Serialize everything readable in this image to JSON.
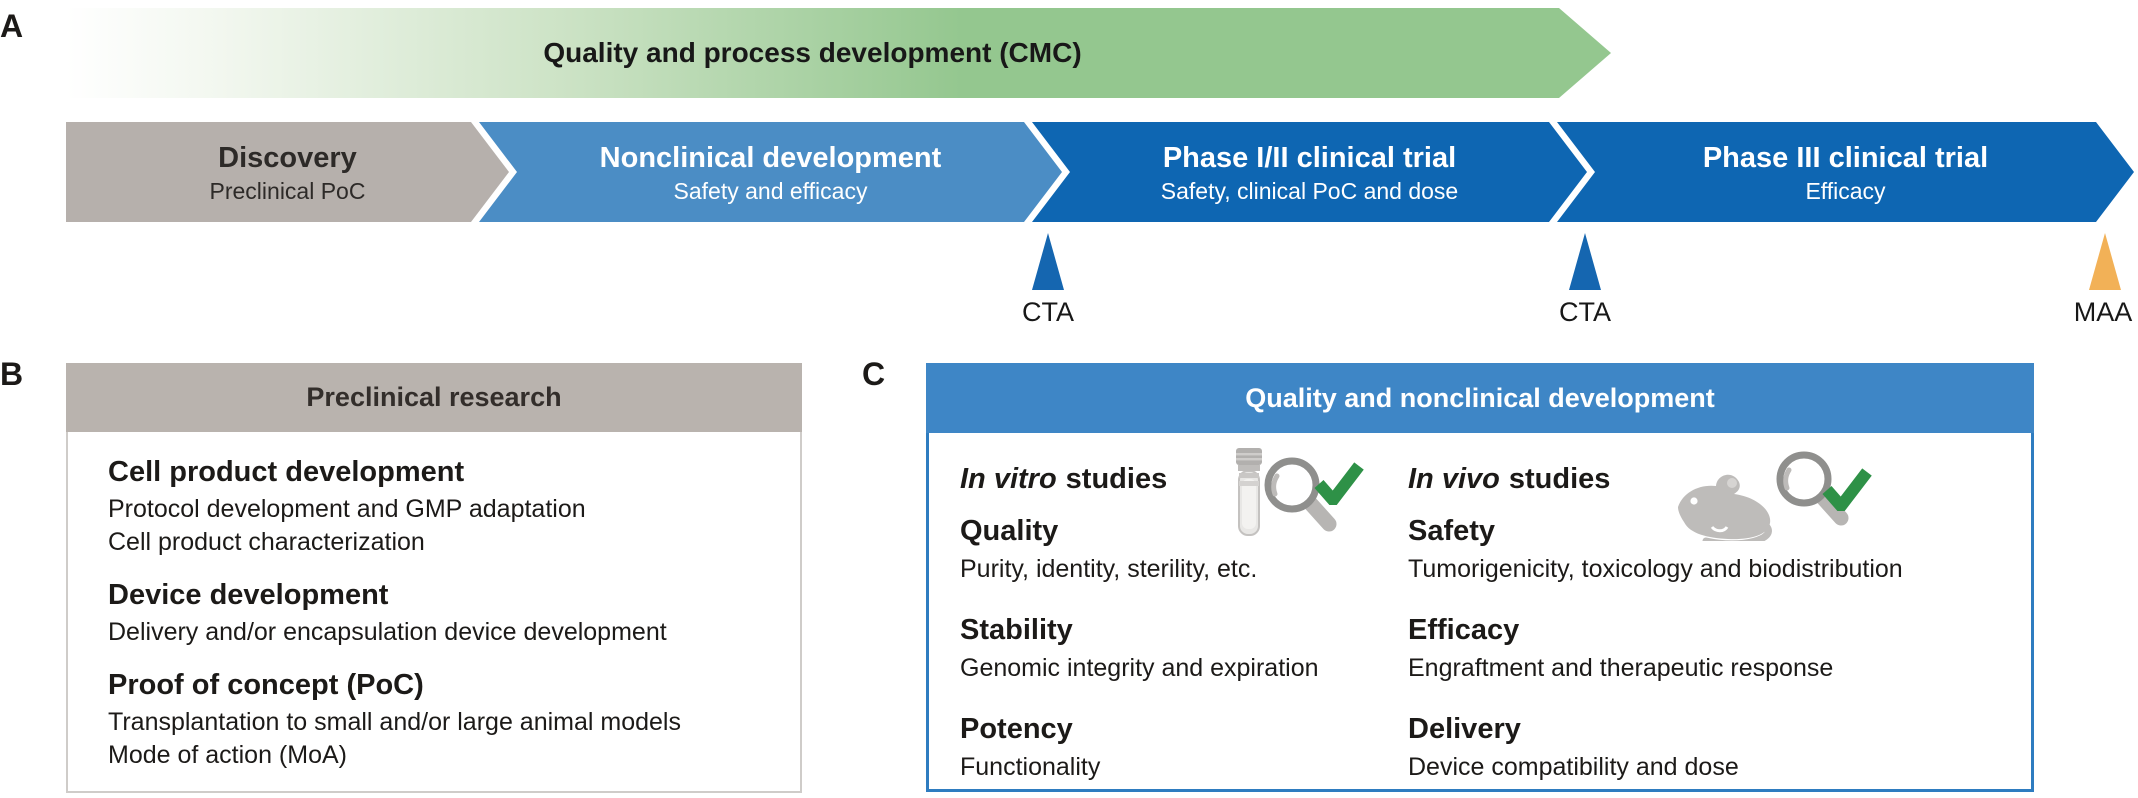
{
  "palette": {
    "green_arrow": "#94c78f",
    "gray_arrow": "#b6b0ac",
    "light_blue_arrow": "#4b8dc5",
    "dark_blue_arrow": "#0e66b2",
    "header_gray": "#b9b3ae",
    "header_blue": "#3e86c6",
    "box_c_border": "#2e7cc0",
    "cta_marker_blue": "#1566b0",
    "maa_marker_orange": "#f2b157",
    "check_green": "#2e9147",
    "icon_gray": "#bebcba"
  },
  "panel_a": {
    "label": "A",
    "cmc_arrow": {
      "label": "Quality and process development (CMC)"
    },
    "stages": [
      {
        "title": "Discovery",
        "subtitle": "Preclinical PoC"
      },
      {
        "title": "Nonclinical development",
        "subtitle": "Safety and efficacy"
      },
      {
        "title": "Phase I/II clinical trial",
        "subtitle": "Safety, clinical PoC and dose"
      },
      {
        "title": "Phase III clinical trial",
        "subtitle": "Efficacy"
      }
    ],
    "milestones": [
      {
        "label": "CTA",
        "marker": "blue-triangle"
      },
      {
        "label": "CTA",
        "marker": "blue-triangle"
      },
      {
        "label": "MAA",
        "marker": "orange-triangle"
      }
    ]
  },
  "panel_b": {
    "label": "B",
    "header": "Preclinical research",
    "sections": [
      {
        "heading": "Cell product development",
        "lines": [
          "Protocol development and GMP adaptation",
          "Cell product characterization"
        ]
      },
      {
        "heading": "Device development",
        "lines": [
          "Delivery and/or encapsulation device development"
        ]
      },
      {
        "heading": "Proof of concept (PoC)",
        "lines": [
          "Transplantation to small and/or large animal models",
          "Mode of action (MoA)"
        ]
      }
    ]
  },
  "panel_c": {
    "label": "C",
    "header": "Quality and nonclinical development",
    "columns": [
      {
        "title_italic": "In vitro",
        "title_rest": "studies",
        "icons": [
          "test-tube-icon",
          "magnifier-icon",
          "check-icon"
        ],
        "items": [
          {
            "heading": "Quality",
            "line": "Purity, identity, sterility, etc."
          },
          {
            "heading": "Stability",
            "line": "Genomic integrity and expiration"
          },
          {
            "heading": "Potency",
            "line": "Functionality"
          }
        ]
      },
      {
        "title_italic": "In vivo",
        "title_rest": "studies",
        "icons": [
          "mouse-icon",
          "magnifier-icon",
          "check-icon"
        ],
        "items": [
          {
            "heading": "Safety",
            "line": "Tumorigenicity, toxicology and biodistribution"
          },
          {
            "heading": "Efficacy",
            "line": "Engraftment and therapeutic response"
          },
          {
            "heading": "Delivery",
            "line": "Device compatibility and dose"
          }
        ]
      }
    ]
  }
}
